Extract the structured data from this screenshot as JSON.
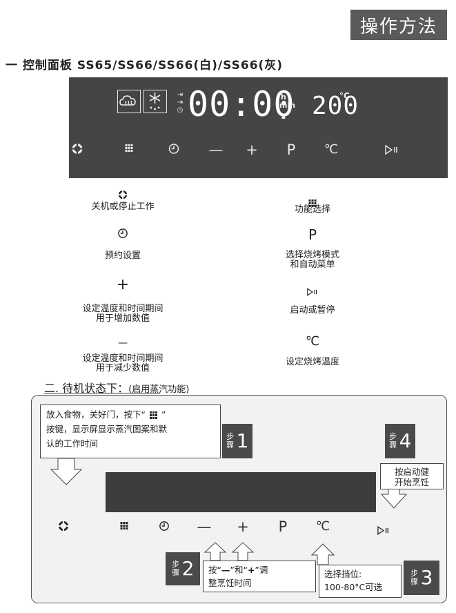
{
  "header": {
    "title": "操作方法"
  },
  "section1": {
    "title": "一  控制面板  SS65/SS66/SS66(白)/SS66(灰)"
  },
  "display": {
    "time": "00:00",
    "h_label": "h",
    "min_label": "min",
    "temp": "200",
    "temp_unit": "°C"
  },
  "panel_buttons": {
    "minus": "—",
    "plus": "+",
    "program": "P",
    "temp": "℃"
  },
  "legend": {
    "power": {
      "text1": "关机或停止工作"
    },
    "function": {
      "text1": "功能选择"
    },
    "clock": {
      "text1": "预约设置"
    },
    "program": {
      "icon": "P",
      "text1": "选择烧烤模式",
      "text2": "和自动菜单"
    },
    "plus": {
      "icon": "+",
      "text1": "设定温度和时间期间",
      "text2": "用于增加数值"
    },
    "start": {
      "text1": "启动或暂停"
    },
    "minus": {
      "icon": "—",
      "text1": "设定温度和时间期间",
      "text2": "用于减少数值"
    },
    "temp": {
      "icon": "℃",
      "text1": "设定烧烤温度"
    }
  },
  "section2": {
    "title": "二. 待机状态下：",
    "subtitle": "(启用蒸汽功能)"
  },
  "steps": {
    "step_label_top": "步",
    "step_label_bottom": "骤",
    "step1": {
      "num": "1",
      "line1a": "放入食物，关好门，按下“",
      "line1b": "”",
      "line2": "按键，显示屏显示蒸汽图案和默",
      "line3": "认的工作时间"
    },
    "step2": {
      "num": "2",
      "line1a": "按“",
      "minus": "—",
      "line1b": "”和“",
      "plus": "+",
      "line1c": "”调",
      "line2": "整烹饪时间"
    },
    "step3": {
      "num": "3",
      "line1": "选择挡位:",
      "line2": "100-80°C可选"
    },
    "step4": {
      "num": "4",
      "line1": "按启动健",
      "line2": "开始烹饪"
    }
  },
  "colors": {
    "panel": "#454545",
    "step": "#4a4a4a",
    "title_bg": "#5a5a5a"
  }
}
